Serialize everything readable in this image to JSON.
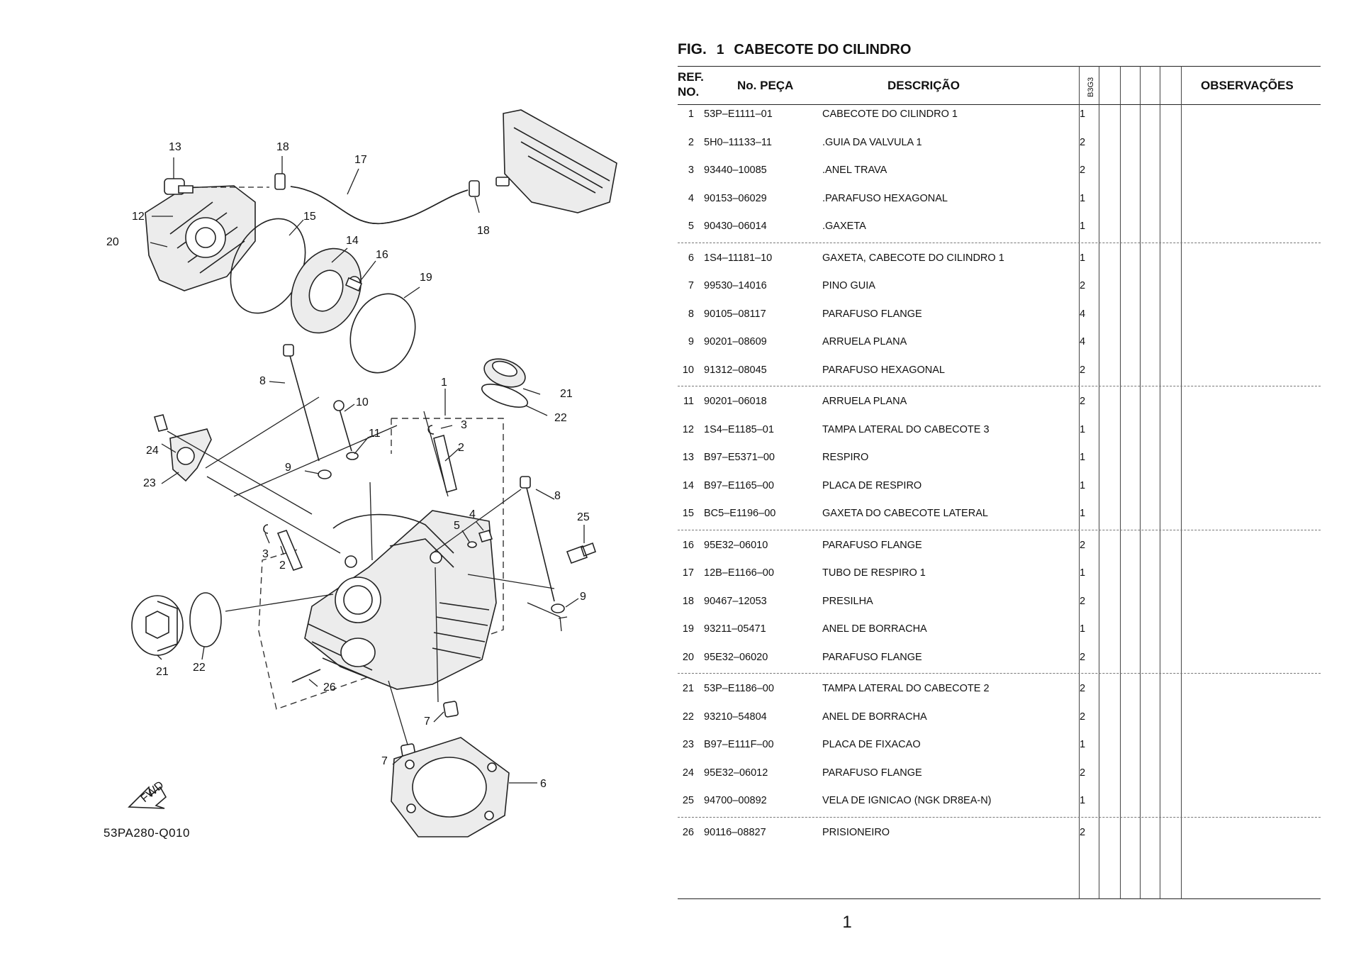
{
  "figure": {
    "label": "FIG.",
    "number": "1",
    "title": "CABECOTE DO CILINDRO"
  },
  "table": {
    "headers": {
      "ref": "REF.",
      "ref2": "NO.",
      "part_no": "No. PEÇA",
      "description": "DESCRIÇÃO",
      "model": "B3G3",
      "remarks": "OBSERVAÇÕES"
    },
    "groups": [
      [
        {
          "ref": "1",
          "part_no": "53P–E1111–01",
          "description": "CABECOTE DO CILINDRO 1",
          "qty": "1"
        },
        {
          "ref": "2",
          "part_no": "5H0–11133–11",
          "description": ".GUIA DA VALVULA 1",
          "qty": "2"
        },
        {
          "ref": "3",
          "part_no": "93440–10085",
          "description": ".ANEL TRAVA",
          "qty": "2"
        },
        {
          "ref": "4",
          "part_no": "90153–06029",
          "description": ".PARAFUSO HEXAGONAL",
          "qty": "1"
        },
        {
          "ref": "5",
          "part_no": "90430–06014",
          "description": ".GAXETA",
          "qty": "1"
        }
      ],
      [
        {
          "ref": "6",
          "part_no": "1S4–11181–10",
          "description": "GAXETA, CABECOTE DO CILINDRO 1",
          "qty": "1"
        },
        {
          "ref": "7",
          "part_no": "99530–14016",
          "description": "PINO GUIA",
          "qty": "2"
        },
        {
          "ref": "8",
          "part_no": "90105–08117",
          "description": "PARAFUSO FLANGE",
          "qty": "4"
        },
        {
          "ref": "9",
          "part_no": "90201–08609",
          "description": "ARRUELA PLANA",
          "qty": "4"
        },
        {
          "ref": "10",
          "part_no": "91312–08045",
          "description": "PARAFUSO HEXAGONAL",
          "qty": "2"
        }
      ],
      [
        {
          "ref": "11",
          "part_no": "90201–06018",
          "description": "ARRUELA PLANA",
          "qty": "2"
        },
        {
          "ref": "12",
          "part_no": "1S4–E1185–01",
          "description": "TAMPA LATERAL DO CABECOTE 3",
          "qty": "1"
        },
        {
          "ref": "13",
          "part_no": "B97–E5371–00",
          "description": "RESPIRO",
          "qty": "1"
        },
        {
          "ref": "14",
          "part_no": "B97–E1165–00",
          "description": "PLACA DE RESPIRO",
          "qty": "1"
        },
        {
          "ref": "15",
          "part_no": "BC5–E1196–00",
          "description": "GAXETA DO CABECOTE LATERAL",
          "qty": "1"
        }
      ],
      [
        {
          "ref": "16",
          "part_no": "95E32–06010",
          "description": "PARAFUSO FLANGE",
          "qty": "2"
        },
        {
          "ref": "17",
          "part_no": "12B–E1166–00",
          "description": "TUBO DE RESPIRO 1",
          "qty": "1"
        },
        {
          "ref": "18",
          "part_no": "90467–12053",
          "description": "PRESILHA",
          "qty": "2"
        },
        {
          "ref": "19",
          "part_no": "93211–05471",
          "description": "ANEL DE BORRACHA",
          "qty": "1"
        },
        {
          "ref": "20",
          "part_no": "95E32–06020",
          "description": "PARAFUSO FLANGE",
          "qty": "2"
        }
      ],
      [
        {
          "ref": "21",
          "part_no": "53P–E1186–00",
          "description": "TAMPA LATERAL DO CABECOTE 2",
          "qty": "2"
        },
        {
          "ref": "22",
          "part_no": "93210–54804",
          "description": "ANEL DE BORRACHA",
          "qty": "2"
        },
        {
          "ref": "23",
          "part_no": "B97–E111F–00",
          "description": "PLACA DE FIXACAO",
          "qty": "1"
        },
        {
          "ref": "24",
          "part_no": "95E32–06012",
          "description": "PARAFUSO FLANGE",
          "qty": "2"
        },
        {
          "ref": "25",
          "part_no": "94700–00892",
          "description": "VELA DE IGNICAO (NGK DR8EA-N)",
          "qty": "1"
        }
      ],
      [
        {
          "ref": "26",
          "part_no": "90116–08827",
          "description": "PRISIONEIRO",
          "qty": "2"
        }
      ]
    ]
  },
  "diagram": {
    "code": "53PA280-Q010",
    "fwd_label": "FWD",
    "callouts": [
      "13",
      "18",
      "17",
      "12",
      "15",
      "14",
      "20",
      "16",
      "18",
      "19",
      "8",
      "10",
      "1",
      "21",
      "22",
      "11",
      "3",
      "24",
      "2",
      "9",
      "23",
      "8",
      "4",
      "25",
      "5",
      "3",
      "2",
      "9",
      "21",
      "22",
      "26",
      "7",
      "7",
      "6"
    ]
  },
  "page_number": "1"
}
